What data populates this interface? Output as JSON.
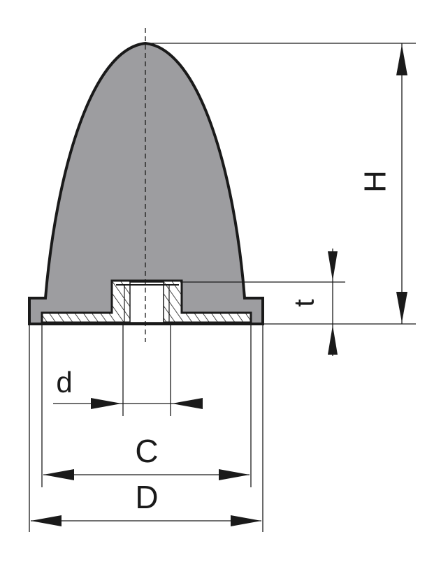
{
  "diagram": {
    "labels": {
      "height": "H",
      "thread_depth": "t",
      "thread_diameter": "d",
      "plate_diameter": "C",
      "base_diameter": "D"
    },
    "colors": {
      "body_fill": "#9d9da0",
      "outline": "#1a1a1a",
      "plate_fill": "#ffffff",
      "background": "#ffffff"
    }
  }
}
